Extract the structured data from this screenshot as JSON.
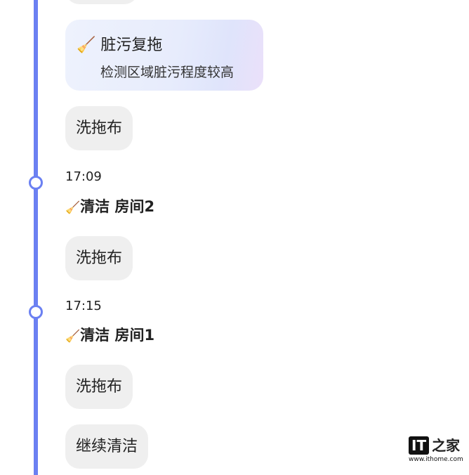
{
  "events": [
    {
      "card": {
        "icon": "mop-icon",
        "title": "脏污复拖",
        "subtitle": "检测区域脏污程度较高"
      }
    },
    {
      "button": "洗拖布"
    },
    {
      "time": "17:09",
      "title": "清洁 房间2",
      "icon": "broom-icon"
    },
    {
      "button": "洗拖布"
    },
    {
      "time": "17:15",
      "title": "清洁 房间1",
      "icon": "broom-icon"
    },
    {
      "button": "洗拖布"
    },
    {
      "button": "继续清洁"
    }
  ],
  "watermark": {
    "logo": "IT之家",
    "url": "www.ithome.com"
  },
  "colors": {
    "timeline": "#6b80f2",
    "bubble": "#efefef"
  }
}
